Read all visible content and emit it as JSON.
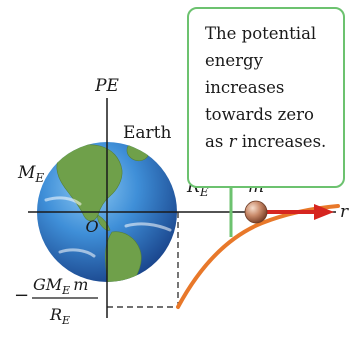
{
  "labels": {
    "pe": "PE",
    "earth": "Earth",
    "me_base": "M",
    "me_sub": "E",
    "origin": "O",
    "re_base": "R",
    "re_sub": "E",
    "mass": "m",
    "r": "r",
    "minus": "−",
    "num_g": "GM",
    "num_sub": "E",
    "num_m": "m",
    "den_base": "R",
    "den_sub": "E"
  },
  "callout": {
    "line1": "The potential",
    "line2": "energy",
    "line3": "increases",
    "line4": "towards zero",
    "line5_pre": "as ",
    "line5_var": "r",
    "line5_post": " increases."
  },
  "colors": {
    "curve": "#e8782a",
    "arrow": "#d6251f",
    "callout_border": "#6cc26f",
    "ocean": "#3f8fd8",
    "land": "#6fa04a",
    "ball": "#c98a6a"
  },
  "icons": {
    "planet": "earth-globe-icon",
    "particle": "sphere-icon"
  }
}
